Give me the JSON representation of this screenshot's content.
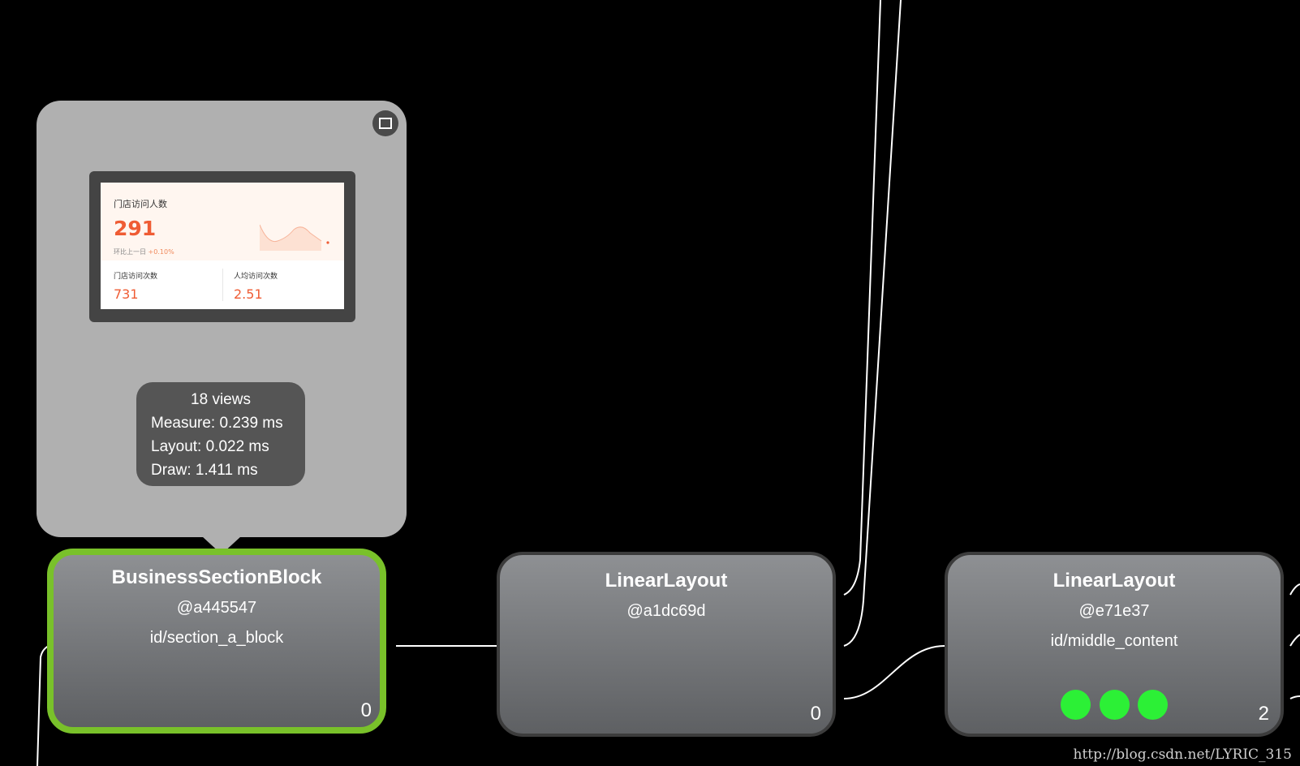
{
  "popup": {
    "preview": {
      "title": "门店访问人数",
      "big_value": "291",
      "compare_label": "环比上一日",
      "compare_value": "+0.10%",
      "stat_left_label": "门店访问次数",
      "stat_left_value": "731",
      "stat_right_label": "人均访问次数",
      "stat_right_value": "2.51"
    },
    "stats": {
      "views": "18 views",
      "measure": "Measure: 0.239 ms",
      "layout": "Layout: 0.022 ms",
      "draw": "Draw: 1.411 ms"
    }
  },
  "nodes": [
    {
      "class_name": "BusinessSectionBlock",
      "hash": "@a445547",
      "view_id": "id/section_a_block",
      "child_count": "0",
      "selected": true
    },
    {
      "class_name": "LinearLayout",
      "hash": "@a1dc69d",
      "view_id": "",
      "child_count": "0"
    },
    {
      "class_name": "LinearLayout",
      "hash": "@e71e37",
      "view_id": "id/middle_content",
      "child_count": "2",
      "indicators": [
        "green",
        "green",
        "green"
      ]
    }
  ],
  "colors": {
    "background": "#000000",
    "selected_border": "#79c12a",
    "indicator_green": "#2cf036",
    "accent_orange": "#ef5c34"
  },
  "watermark": "http://blog.csdn.net/LYRIC_315"
}
